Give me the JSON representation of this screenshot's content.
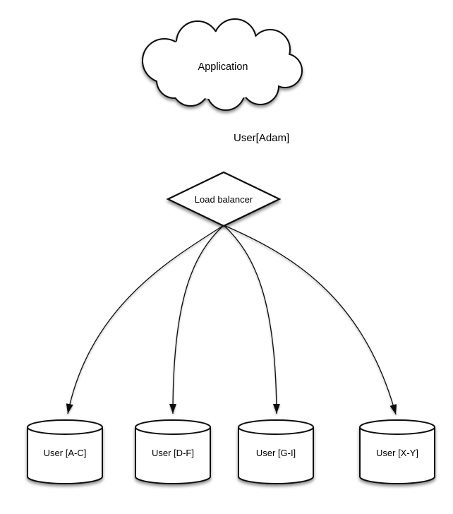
{
  "diagram": {
    "type": "architecture-diagram",
    "background_color": "#ffffff",
    "node_fill_color": "#ffffff",
    "line_color": "#0a0a0a",
    "nodes": {
      "application": {
        "shape": "cloud",
        "label": "Application"
      },
      "load_balancer": {
        "shape": "diamond",
        "label": "Load balancer"
      },
      "shards": [
        {
          "shape": "cylinder",
          "label": "User [A-C]"
        },
        {
          "shape": "cylinder",
          "label": "User [D-F]"
        },
        {
          "shape": "cylinder",
          "label": "User [G-I]"
        },
        {
          "shape": "cylinder",
          "label": "User [X-Y]"
        }
      ]
    },
    "edges": {
      "app_to_lb": {
        "from": "application",
        "to": "load_balancer",
        "label": "User[Adam]"
      }
    }
  }
}
